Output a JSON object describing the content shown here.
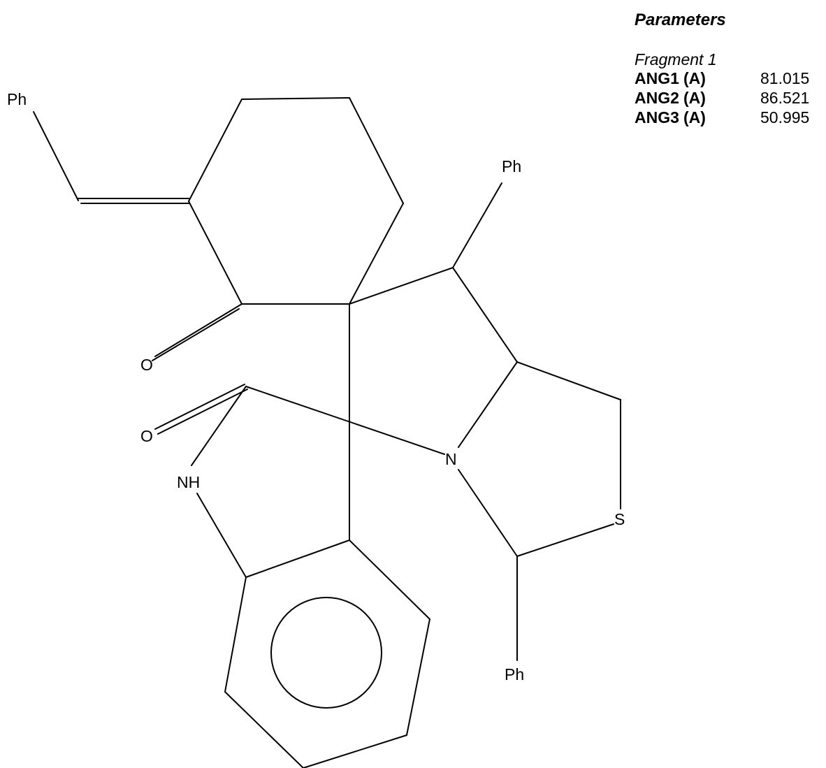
{
  "parameters": {
    "title": "Parameters",
    "fragment": "Fragment 1",
    "rows": [
      {
        "name": "ANG1",
        "unit": "(A)",
        "value": "81.015"
      },
      {
        "name": "ANG2",
        "unit": "(A)",
        "value": "86.521"
      },
      {
        "name": "ANG3",
        "unit": "(A)",
        "value": "50.995"
      }
    ]
  },
  "atoms": {
    "ph_top_left": "Ph",
    "ph_top_right": "Ph",
    "ph_bottom": "Ph",
    "o_ketone": "O",
    "o_lactam": "O",
    "nh": "NH",
    "n": "N",
    "s": "S"
  },
  "colors": {
    "ink": "#000000",
    "background": "#ffffff"
  }
}
